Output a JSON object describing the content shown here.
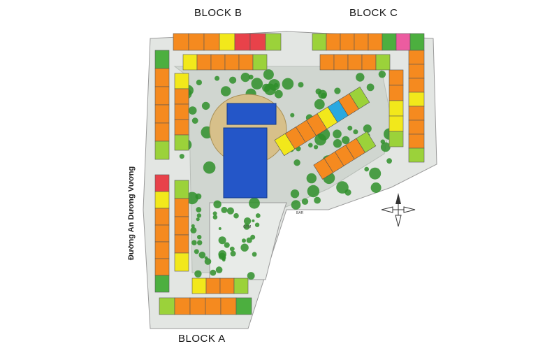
{
  "labels": {
    "block_a": "BLOCK A",
    "block_b": "BLOCK B",
    "block_c": "BLOCK C",
    "street": "Đường An Dương Vương",
    "gym": "GYM",
    "bar": "BAR"
  },
  "colors": {
    "green": "#4caf3f",
    "lightgreen": "#9bd23a",
    "orange": "#f58a1f",
    "yellow": "#f2e81b",
    "red": "#e8424a",
    "pink": "#ec5ca0",
    "cyan": "#2aa8e0",
    "wall": "#7a7a7a",
    "sand": "#d7c08a",
    "pool": "#2456c8",
    "grass": "#c9cfc9",
    "tree": "#2f8f2a"
  },
  "units": {
    "block_b_top": [
      "orange",
      "orange",
      "orange",
      "yellow",
      "red",
      "red",
      "lightgreen"
    ],
    "block_b_top2": [
      "yellow",
      "orange",
      "orange",
      "orange",
      "orange",
      "lightgreen"
    ],
    "block_c_top": [
      "lightgreen",
      "orange",
      "orange",
      "orange",
      "orange",
      "green",
      "pink",
      "green"
    ],
    "block_c_top2": [
      "orange",
      "orange",
      "orange",
      "orange",
      "lightgreen"
    ],
    "block_c_right": [
      "orange",
      "orange",
      "orange",
      "yellow",
      "orange",
      "orange",
      "orange",
      "lightgreen"
    ],
    "block_c_diag": [
      "yellow",
      "orange",
      "orange",
      "orange",
      "yellow",
      "cyan",
      "orange",
      "lightgreen"
    ],
    "block_b_left": [
      "green",
      "orange",
      "orange",
      "orange",
      "orange",
      "lightgreen"
    ],
    "block_b_inner": [
      "yellow",
      "orange",
      "orange",
      "orange",
      "lightgreen"
    ],
    "block_a_left": [
      "red",
      "yellow",
      "orange",
      "orange",
      "orange",
      "orange",
      "green"
    ],
    "block_a_inner": [
      "lightgreen",
      "orange",
      "orange",
      "orange",
      "yellow"
    ],
    "block_a_bottom": [
      "lightgreen",
      "orange",
      "orange",
      "orange",
      "orange",
      "green"
    ],
    "block_a_bottom2": [
      "yellow",
      "orange",
      "orange",
      "lightgreen"
    ]
  }
}
